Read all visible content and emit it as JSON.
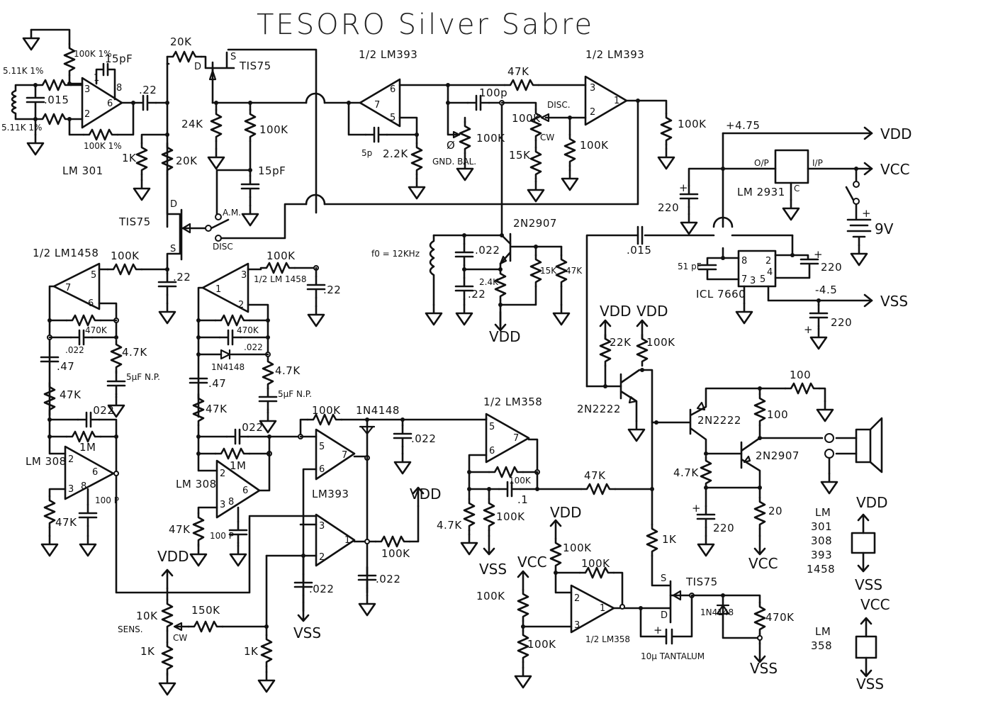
{
  "title": "TESORO Silver Sabre",
  "rails": {
    "vdd": "VDD",
    "vcc": "VCC",
    "vss": "VSS",
    "vdd_voltage": "+4.75",
    "vss_voltage": "-4.5",
    "battery": "9V"
  },
  "stages": {
    "preamp": {
      "ic": "LM 301",
      "r_in_top": "5.11K 1%",
      "r_in_bot": "5.11K 1%",
      "r_bias": "100K 1%",
      "r_fb": "100K 1%",
      "c_tank": ".015",
      "c_comp": "15pF",
      "c_out": ".22",
      "pins": [
        "1",
        "2",
        "3",
        "6",
        "8"
      ]
    },
    "demod_switch_top": {
      "fet": "TIS75",
      "r_drain": "20K",
      "r_source": "24K",
      "r_series": "100K",
      "c_filter": "15pF",
      "r_gnd": "1K",
      "r_bias": "20K",
      "gate_d": "D",
      "gate_s": "S"
    },
    "mode_switch": {
      "fet": "TIS75",
      "pos_am": "A.M.",
      "pos_disc": "DISC",
      "d": "D",
      "s": "S"
    },
    "comparator_1": {
      "ic": "1/2 LM393",
      "c_fb": "5p",
      "r_gnd": "2.2K",
      "pins": [
        "5",
        "6",
        "7"
      ]
    },
    "gnd_balance": {
      "pot": "100K",
      "label": "GND. BAL.",
      "phase": "Ø",
      "c_couple": "100p"
    },
    "comparator_2": {
      "ic": "1/2 LM393",
      "r_fb": "47K",
      "pot": "100K",
      "pot_label": "DISC.",
      "cw": "CW",
      "r_series": "15K",
      "r_pulldown": "100K",
      "r_out": "100K",
      "pins": [
        "1",
        "2",
        "3"
      ]
    },
    "oscillator": {
      "transistor": "2N2907",
      "freq": "f0 = 12KHz",
      "c1": ".022",
      "c2": ".22",
      "r_emit": "2.4K",
      "r_base1": "15K",
      "r_base2": "47K",
      "supply": "VDD"
    },
    "power": {
      "regulator": "LM 2931",
      "reg_out": "O/P",
      "reg_in": "I/P",
      "reg_common": "C",
      "c_reg": "220",
      "inverter": "ICL 7660",
      "inv_pins": [
        "8",
        "2",
        "4",
        "7",
        "3",
        "5"
      ],
      "c_osc": "51 pF",
      "c_pump": "220",
      "c_vss": "220",
      "c_couple": ".015"
    },
    "filter_left": {
      "ic": "1/2 LM1458",
      "r_in": "100K",
      "c_in": ".22",
      "r_fb": "470K",
      "c_fb": ".022",
      "r_gnd": "4.7K",
      "c_gnd": "5μF N.P.",
      "c_series": ".47",
      "r_series": "47K",
      "pins": [
        "5",
        "6",
        "7"
      ]
    },
    "filter_right": {
      "ic": "1/2 LM 1458",
      "r_in": "100K",
      "c_in": ".22",
      "r_fb": "470K",
      "c_fb": ".022",
      "diode": "1N4148",
      "r_gnd": "4.7K",
      "c_gnd": "5μF N.P.",
      "c_series": ".47",
      "r_series": "47K",
      "pins": [
        "1",
        "2",
        "3"
      ]
    },
    "amp_left": {
      "ic": "LM 308",
      "c_fb": ".022",
      "r_fb": "1M",
      "r_gnd": "47K",
      "c_comp": "100 P",
      "pins": [
        "2",
        "3",
        "6",
        "8"
      ]
    },
    "amp_right": {
      "ic": "LM 308",
      "c_fb": ".022",
      "r_fb": "1M",
      "r_gnd": "47K",
      "c_comp": "100 P",
      "pins": [
        "2",
        "3",
        "6",
        "8"
      ]
    },
    "detector": {
      "ic": "LM393",
      "r_in": "100K",
      "diode": "1N4148",
      "c_hold": ".022",
      "c_ref": ".022",
      "c_out": ".022",
      "r_pullup": "100K",
      "pins_top": [
        "5",
        "6",
        "7"
      ],
      "pins_bot": [
        "1",
        "2",
        "3"
      ]
    },
    "sensitivity": {
      "pot": "10K",
      "label": "SENS.",
      "cw": "CW",
      "r_series": "150K",
      "r_low": "1K",
      "r_gnd": "1K"
    },
    "audio_buffer": {
      "ic": "1/2 LM358",
      "r_fb": "100K",
      "c_couple": ".1",
      "r_gnd": "4.7K",
      "r_vss": "100K",
      "r_out": "47K",
      "pins": [
        "5",
        "6",
        "7"
      ]
    },
    "vco_driver": {
      "ic": "1/2 LM358",
      "r_vdd": "100K",
      "r_fb": "100K",
      "r_div_top": "100K",
      "r_div_bot": "100K",
      "pins": [
        "1",
        "2",
        "3"
      ]
    },
    "gate_fet": {
      "fet": "TIS75",
      "r_source": "1K",
      "c_tant": "10μ TANTALUM",
      "diode": "1N4148",
      "r_gate": "470K",
      "d": "D",
      "s": "S"
    },
    "audio_out": {
      "q1": "2N2222",
      "q2": "2N2222",
      "q3": "2N2907",
      "r_q1_base": "22K",
      "r_q1_coll": "100K",
      "r_top": "100",
      "r_mid": "100",
      "r_base": "4.7K",
      "r_emit": "20",
      "c_emit": "220"
    }
  },
  "legend": {
    "group1_label": "LM",
    "group1_parts": [
      "301",
      "308",
      "393",
      "1458"
    ],
    "group2_label": "LM",
    "group2_parts": [
      "358"
    ]
  }
}
